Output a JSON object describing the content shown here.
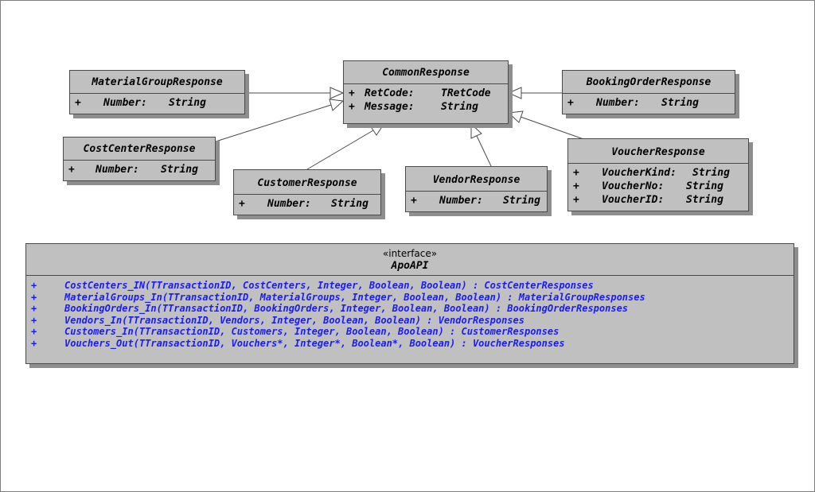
{
  "classes": {
    "common": {
      "name": "CommonResponse",
      "attrs": [
        {
          "vis": "+",
          "name": "RetCode:",
          "type": "TRetCode"
        },
        {
          "vis": "+",
          "name": "Message:",
          "type": "String"
        }
      ]
    },
    "material": {
      "name": "MaterialGroupResponse",
      "attrs": [
        {
          "vis": "+",
          "name": "Number:",
          "type": "String"
        }
      ]
    },
    "booking": {
      "name": "BookingOrderResponse",
      "attrs": [
        {
          "vis": "+",
          "name": "Number:",
          "type": "String"
        }
      ]
    },
    "costcenter": {
      "name": "CostCenterResponse",
      "attrs": [
        {
          "vis": "+",
          "name": "Number:",
          "type": "String"
        }
      ]
    },
    "customer": {
      "name": "CustomerResponse",
      "attrs": [
        {
          "vis": "+",
          "name": "Number:",
          "type": "String"
        }
      ]
    },
    "vendor": {
      "name": "VendorResponse",
      "attrs": [
        {
          "vis": "+",
          "name": "Number:",
          "type": "String"
        }
      ]
    },
    "voucher": {
      "name": "VoucherResponse",
      "attrs": [
        {
          "vis": "+",
          "name": "VoucherKind:",
          "type": "String"
        },
        {
          "vis": "+",
          "name": "VoucherNo:",
          "type": "String"
        },
        {
          "vis": "+",
          "name": "VoucherID:",
          "type": "String"
        }
      ]
    }
  },
  "interface": {
    "stereotype": "«interface»",
    "name": "ApoAPI",
    "operations": [
      {
        "vis": "+",
        "text": "CostCenters_IN(TTransactionID, CostCenters, Integer, Boolean, Boolean) : CostCenterResponses"
      },
      {
        "vis": "+",
        "text": "MaterialGroups_In(TTransactionID, MaterialGroups, Integer, Boolean, Boolean) : MaterialGroupResponses"
      },
      {
        "vis": "+",
        "text": "BookingOrders_In(TTransactionID, BookingOrders, Integer, Boolean, Boolean) : BookingOrderResponses"
      },
      {
        "vis": "+",
        "text": "Vendors_In(TTransactionID, Vendors, Integer, Boolean, Boolean) : VendorResponses"
      },
      {
        "vis": "+",
        "text": "Customers_In(TTransactionID, Customers, Integer, Boolean, Boolean) : CustomerResponses"
      },
      {
        "vis": "+",
        "text": "Vouchers_Out(TTransactionID, Vouchers*, Integer*, Boolean*, Boolean) : VoucherResponses"
      }
    ]
  },
  "relations": [
    {
      "from": "material",
      "to": "common",
      "kind": "generalization"
    },
    {
      "from": "costcenter",
      "to": "common",
      "kind": "generalization"
    },
    {
      "from": "customer",
      "to": "common",
      "kind": "generalization"
    },
    {
      "from": "vendor",
      "to": "common",
      "kind": "generalization"
    },
    {
      "from": "voucher",
      "to": "common",
      "kind": "generalization"
    },
    {
      "from": "booking",
      "to": "common",
      "kind": "generalization"
    }
  ],
  "colors": {
    "box_fill": "#c0c0c0",
    "operation_text": "#1a1aff"
  }
}
